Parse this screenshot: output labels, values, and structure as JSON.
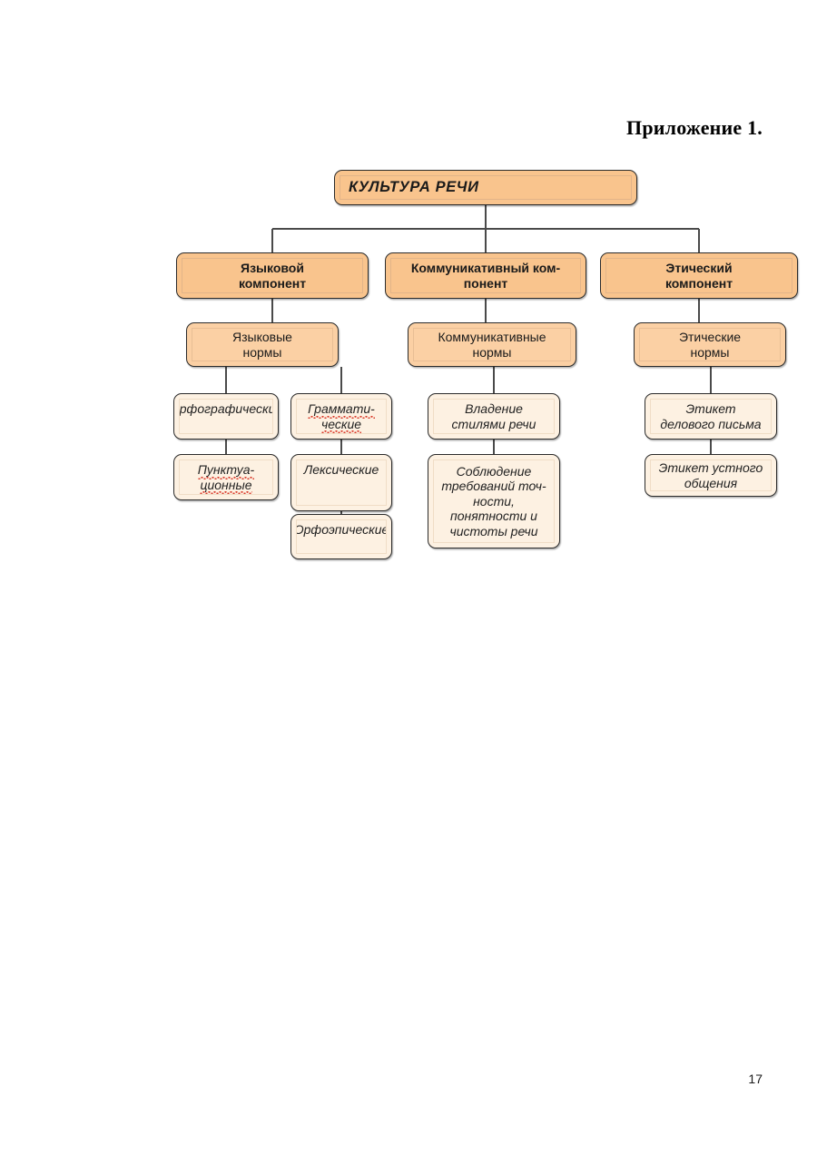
{
  "document": {
    "appendix_title": "Приложение 1.",
    "page_number": "17"
  },
  "colors": {
    "node_fill_dark": "#f9c48d",
    "node_fill_mid": "#fbd0a4",
    "node_fill_light": "#fdf1e2",
    "border": "#2b2b2b",
    "connector": "#4a4a4a",
    "spellcheck_underline": "#d93a2b",
    "page_background": "#ffffff"
  },
  "diagram": {
    "type": "hierarchy-tree",
    "root": {
      "label": "КУЛЬТУРА РЕЧИ"
    },
    "components": [
      {
        "label_line1": "Языковой",
        "label_line2": "компонент"
      },
      {
        "label_line1": "Коммуникативный ком-",
        "label_line2": "понент"
      },
      {
        "label_line1": "Этический",
        "label_line2": "компонент"
      }
    ],
    "norms": [
      {
        "label_line1": "Языковые",
        "label_line2": "нормы"
      },
      {
        "label_line1": "Коммуникативные",
        "label_line2": "нормы"
      },
      {
        "label_line1": "Этические",
        "label_line2": "нормы"
      }
    ],
    "leaves": {
      "orfograficheskie": {
        "line1": "Орфографические"
      },
      "punktuacionnye": {
        "line1": "Пунктуа-",
        "line2": "ционные"
      },
      "grammaticheskie": {
        "line1": "Граммати-",
        "line2": "ческие"
      },
      "leksicheskie": {
        "line1": "Лексические"
      },
      "orfoepicheskie": {
        "line1": "Орфоэпические"
      },
      "vladenie_stilyami": {
        "line1": "Владение",
        "line2": "стилями речи"
      },
      "soblyudenie": {
        "line1": "Соблюдение",
        "line2": "требований точ-",
        "line3": "ности,",
        "line4": "понятности и",
        "line5": "чистоты речи"
      },
      "etiket_delovogo_pisma": {
        "line1": "Этикет",
        "line2": "делового письма"
      },
      "etiket_ustnogo_obscheniya": {
        "line1": "Этикет устного",
        "line2": "общения"
      }
    }
  }
}
